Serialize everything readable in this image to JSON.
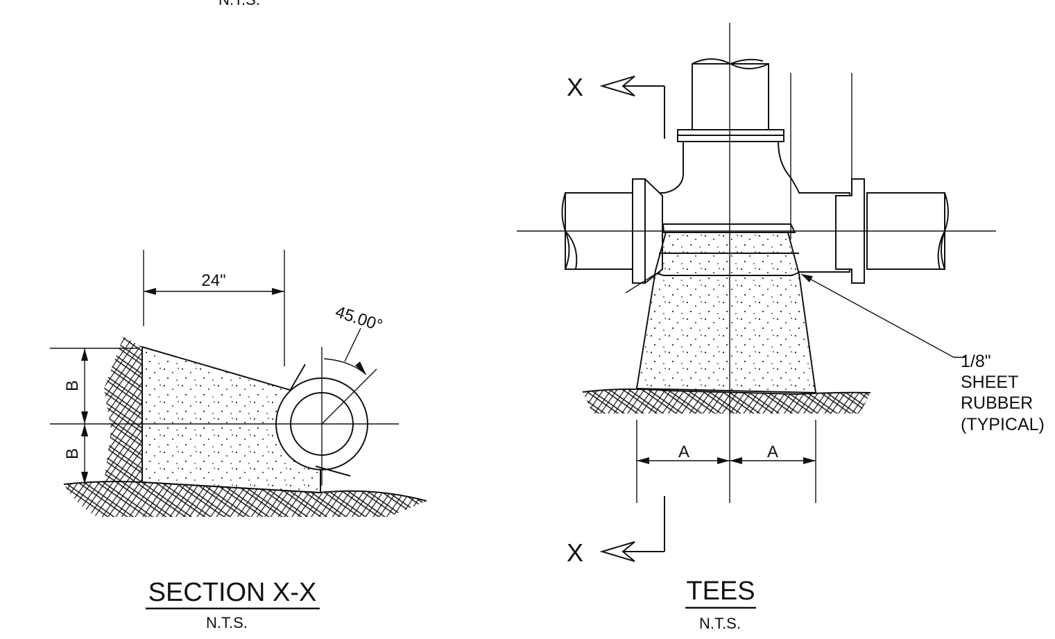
{
  "top_fragment": "N.T.S.",
  "section": {
    "title": "SECTION X-X",
    "scale": "N.T.S.",
    "dim_width": "24\"",
    "dim_angle": "45.00°",
    "dim_b_upper": "B",
    "dim_b_lower": "B"
  },
  "tees": {
    "title": "TEES",
    "scale": "N.T.S.",
    "section_mark_top": "X",
    "section_mark_bottom": "X",
    "dim_a_left": "A",
    "dim_a_right": "A",
    "note_lines": [
      "1/8\"",
      "SHEET",
      "RUBBER",
      "(TYPICAL)"
    ]
  }
}
